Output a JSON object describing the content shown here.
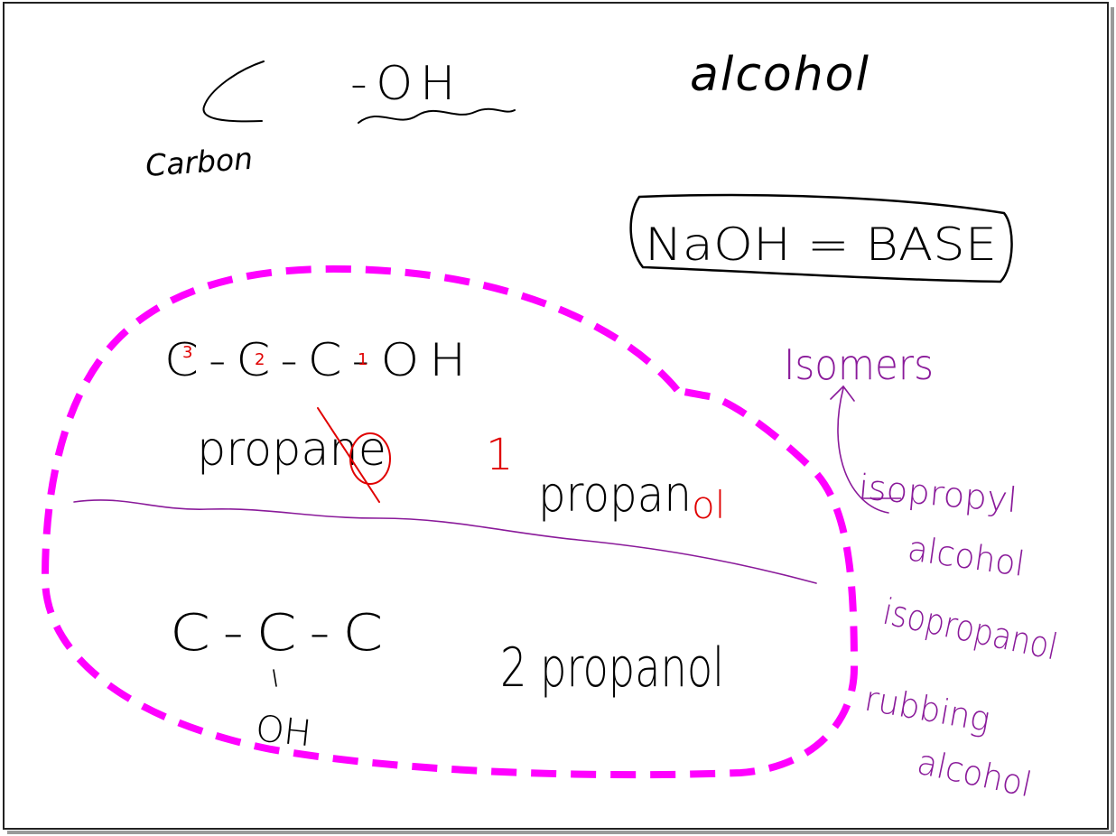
{
  "canvas": {
    "background": "#ffffff",
    "ink_colors": {
      "black": "#000000",
      "red": "#e00000",
      "purple": "#8a1a9a",
      "magenta": "#ff00ff"
    }
  },
  "notes": {
    "top": {
      "carbon_symbol": "C",
      "carbon_word": "Carbon",
      "hydroxyl": "-OH",
      "alcohol_word": "alcohol"
    },
    "boxed_note": {
      "text": "NaOH = BASE"
    },
    "propanol_structure": {
      "chain": "C-C-C-OH",
      "numbers": [
        "3",
        "2",
        "1"
      ],
      "misspelt": "propane",
      "number_prefix": "1",
      "name_stem": "propan",
      "name_suffix": "ol"
    },
    "isopropanol_structure": {
      "chain": "C-C-C",
      "oh_branch": "OH",
      "name": "2 propanol"
    },
    "side_notes": {
      "isomers": "Isomers",
      "isopropyl_line1": "isopropyl",
      "isopropyl_line2": "alcohol",
      "isopropanol": "isopropanol",
      "rubbing_line1": "rubbing",
      "rubbing_line2": "alcohol"
    }
  }
}
